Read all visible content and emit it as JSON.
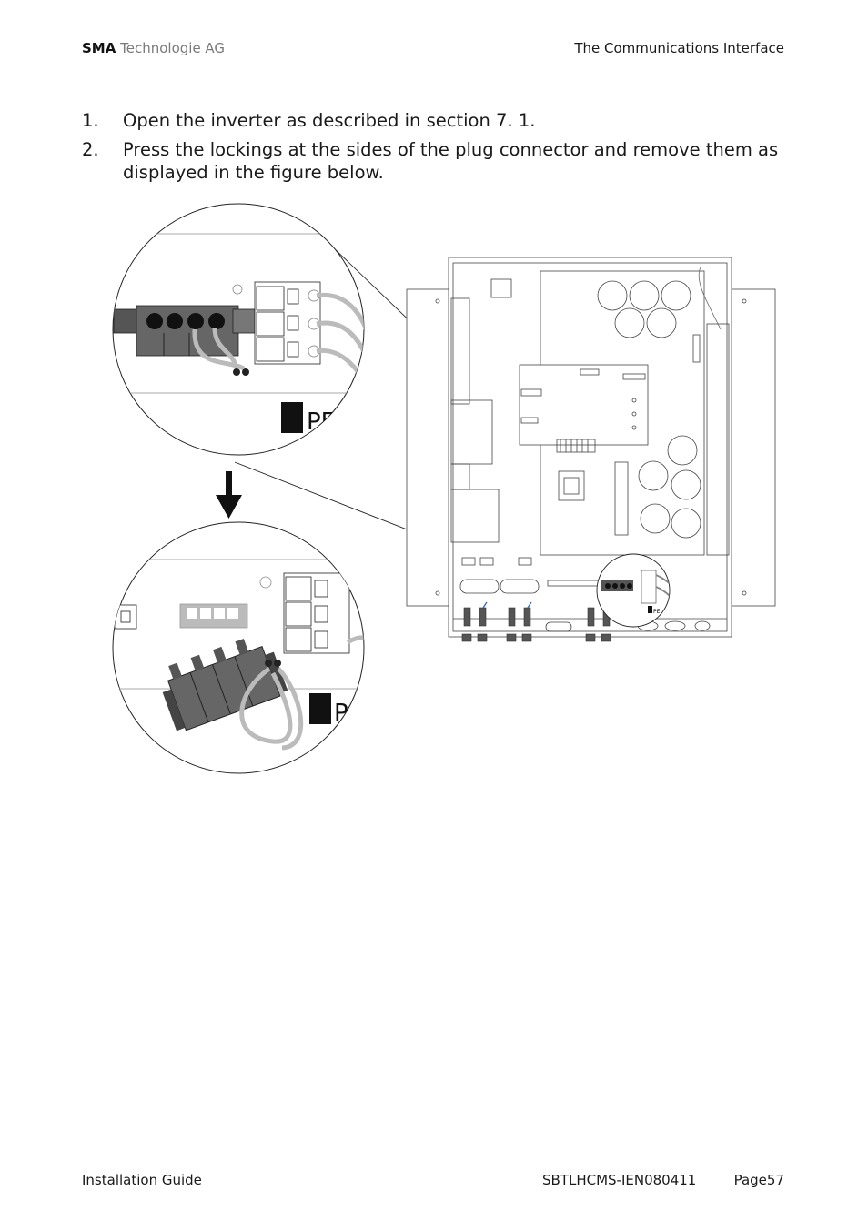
{
  "header": {
    "brand": "SMA",
    "company": "Technologie AG",
    "section": "The Communications Interface"
  },
  "steps": [
    {
      "num": "1.",
      "text": "Open the inverter as described in section 7. 1."
    },
    {
      "num": "2.",
      "text": "Press the lockings at the sides of the plug connector and remove them as displayed in the figure below."
    }
  ],
  "figure": {
    "label_top": "PE",
    "label_bottom": "PE",
    "label_small": "PE"
  },
  "footer": {
    "guide": "Installation Guide",
    "doc_id": "SBTLHCMS-IEN080411",
    "page": "Page57"
  }
}
